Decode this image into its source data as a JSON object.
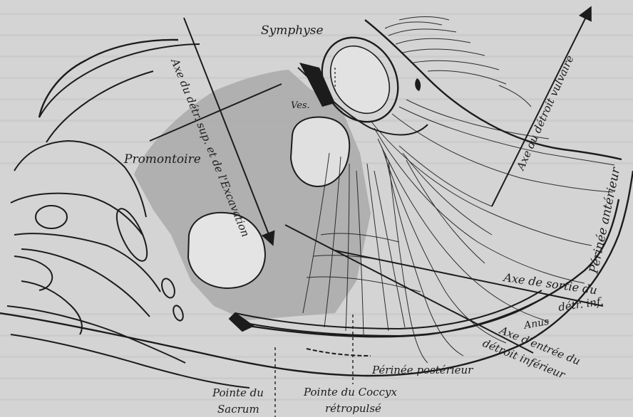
{
  "labels": {
    "symphyse": "Symphyse",
    "ves": "Ves.",
    "promontoire": "Promontoire",
    "axe_detroit_superieur": "Axe du détr. sup. et de l'Excavation",
    "axe_detroit_vulvaire": "Axe du détroit vulvaire",
    "perinee_anterieur": "Périnée antérieur",
    "axe_sortie": "Axe de sortie du",
    "detr_inf": "détr. inf.",
    "anus": "Anus",
    "axe_entree_1": "Axe d'entrée du",
    "axe_entree_2": "détroit inférieur",
    "perinee_posterieur": "Périnée postérieur",
    "pointe_sacrum_1": "Pointe du",
    "pointe_sacrum_2": "Sacrum",
    "pointe_coccyx_1": "Pointe du Coccyx",
    "pointe_coccyx_2": "rétropulsé"
  },
  "colors": {
    "paper": "#d4d4d4",
    "ink": "#1c1c1c",
    "shading": "#a9a9a9",
    "bleed_text": "#bdbdbd"
  }
}
